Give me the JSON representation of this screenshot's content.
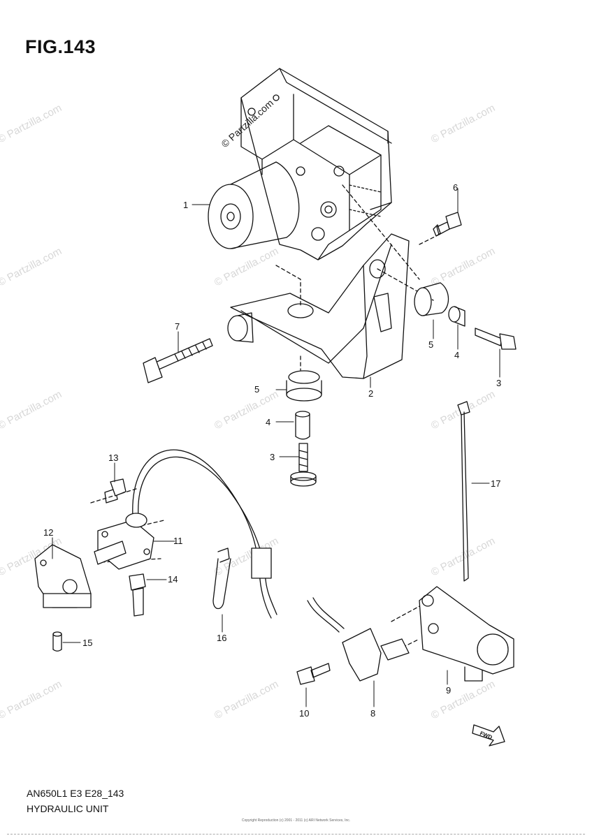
{
  "header": {
    "figure_label": "FIG.143"
  },
  "diagram": {
    "part_callouts": [
      "1",
      "2",
      "3",
      "3",
      "4",
      "4",
      "5",
      "5",
      "6",
      "7",
      "8",
      "9",
      "10",
      "11",
      "12",
      "13",
      "14",
      "15",
      "16",
      "17"
    ],
    "fwd_badge": "FWD",
    "watermark_main": "© Partzilla.com",
    "watermark_tile": "© Partzilla.com"
  },
  "footer": {
    "model_code": "AN650L1 E3 E28_143",
    "title": "HYDRAULIC UNIT",
    "copyright_note": "Copyright Reproduction (c) 2001 - 2011 (c) ARI Network Services, Inc."
  },
  "colors": {
    "ink": "#111111",
    "watermark": "#d7d7d7"
  }
}
